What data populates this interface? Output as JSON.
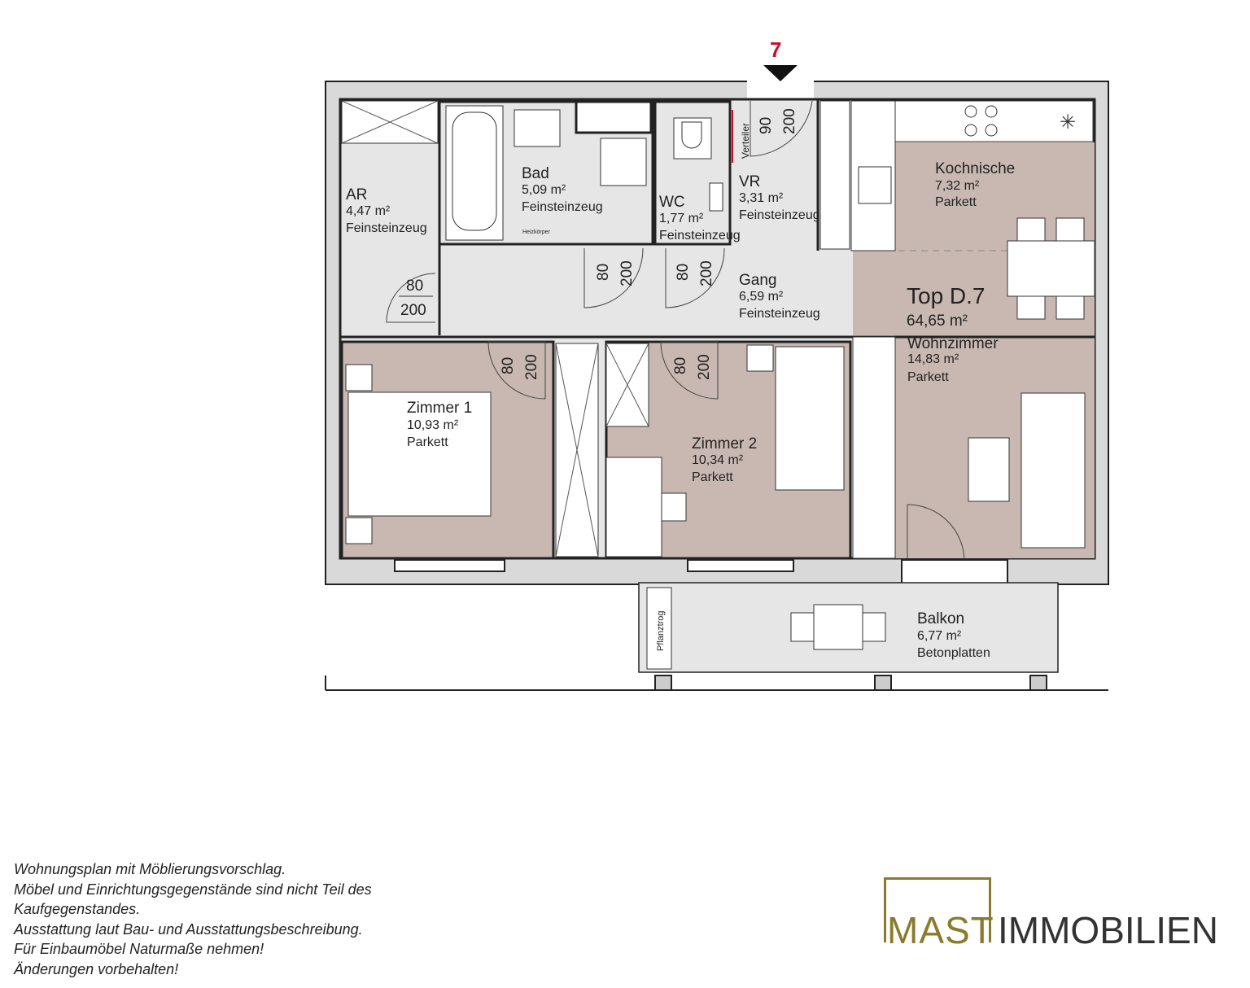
{
  "entrance_marker": "7",
  "unit": {
    "name": "Top D.7",
    "total_area": "64,65 m²"
  },
  "rooms": {
    "ar": {
      "name": "AR",
      "area": "4,47 m²",
      "floor": "Feinsteinzeug"
    },
    "bad": {
      "name": "Bad",
      "area": "5,09 m²",
      "floor": "Feinsteinzeug",
      "note": "Heizkörper"
    },
    "wc": {
      "name": "WC",
      "area": "1,77 m²",
      "floor": "Feinsteinzeug"
    },
    "vr": {
      "name": "VR",
      "area": "3,31 m²",
      "floor": "Feinsteinzeug",
      "note": "Verteiler"
    },
    "gang": {
      "name": "Gang",
      "area": "6,59 m²",
      "floor": "Feinsteinzeug"
    },
    "kochnische": {
      "name": "Kochnische",
      "area": "7,32 m²",
      "floor": "Parkett"
    },
    "wohnzimmer": {
      "name": "Wohnzimmer",
      "area": "14,83 m²",
      "floor": "Parkett"
    },
    "zimmer1": {
      "name": "Zimmer 1",
      "area": "10,93 m²",
      "floor": "Parkett"
    },
    "zimmer2": {
      "name": "Zimmer 2",
      "area": "10,34 m²",
      "floor": "Parkett"
    },
    "balkon": {
      "name": "Balkon",
      "area": "6,77 m²",
      "floor": "Betonplatten",
      "note": "Pflanztrog"
    }
  },
  "doors": {
    "entry": {
      "w": "90",
      "h": "200"
    },
    "ar": {
      "w": "80",
      "h": "200"
    },
    "bad": {
      "w": "80",
      "h": "200"
    },
    "wc": {
      "w": "80",
      "h": "200"
    },
    "zimmer1": {
      "w": "80",
      "h": "200"
    },
    "zimmer2": {
      "w": "80",
      "h": "200"
    }
  },
  "notes": [
    "Wohnungsplan mit Möblierungsvorschlag.",
    "Möbel und Einrichtungsgegenstände sind nicht Teil des",
    "Kaufgegenstandes.",
    "Ausstattung laut Bau- und Ausstattungsbeschreibung.",
    "Für Einbaumöbel Naturmaße nehmen!",
    "Änderungen vorbehalten!"
  ],
  "logo": {
    "part1": "MAST",
    "part2": "IMMOBILIEN"
  },
  "colors": {
    "room_parkett": "#c8b8b1",
    "room_tile": "#e6e6e6",
    "marker": "#c8102e",
    "logo_gold": "#8b7a2e"
  }
}
